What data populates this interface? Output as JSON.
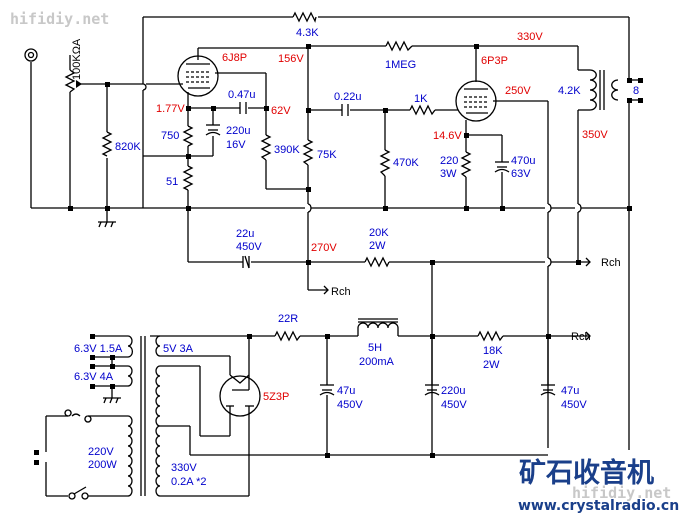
{
  "watermarks": {
    "top_left": "hifidiy.net",
    "bottom": "hifidiy.net"
  },
  "logo": {
    "title": "矿石收音机",
    "url": "www.crystalradio.cn",
    "color": "#1a3f8a"
  },
  "colors": {
    "component_label": "#0000cc",
    "voltage_label": "#e00000",
    "wire": "#000000"
  },
  "tubes": {
    "preamp": "6J8P",
    "output": "6P3P",
    "rectifier": "5Z3P"
  },
  "components": {
    "volume_pot": "100KΩA",
    "r_grid_leak": "820K",
    "r_feedback": "4.3K",
    "r_screen_feed": "1MEG",
    "c_screen_bypass": "0.47u",
    "r_cathode_1": "750",
    "c_cathode_1_value": "220u",
    "c_cathode_1_rating": "16V",
    "r_cathode_2": "51",
    "r_screen": "390K",
    "r_plate_load": "75K",
    "c_coupling": "0.22u",
    "r_grid_stopper": "1K",
    "r_grid_output": "470K",
    "r_cathode_out_value": "220",
    "r_cathode_out_rating": "3W",
    "c_cathode_out_value": "470u",
    "c_cathode_out_rating": "63V",
    "output_tx_primary": "4.2K",
    "output_tx_secondary": "8",
    "c_decouple_value": "22u",
    "c_decouple_rating": "450V",
    "r_dropper_value": "20K",
    "r_dropper_rating": "2W",
    "r_surge": "22R",
    "choke_value": "5H",
    "choke_rating": "200mA",
    "r_filter_value": "18K",
    "r_filter_rating": "2W",
    "c_filter1_value": "47u",
    "c_filter1_rating": "450V",
    "c_filter2_value": "220u",
    "c_filter2_rating": "450V",
    "c_filter3_value": "47u",
    "c_filter3_rating": "450V"
  },
  "power_transformer": {
    "heater1": "6.3V 1.5A",
    "heater2": "6.3V 4A",
    "rect_heater": "5V 3A",
    "primary_1": "220V",
    "primary_2": "200W",
    "secondary_1": "330V",
    "secondary_2": "0.2A *2"
  },
  "voltages": {
    "v_330": "330V",
    "v_156": "156V",
    "v_1_77": "1.77V",
    "v_62": "62V",
    "v_250": "250V",
    "v_14_6": "14.6V",
    "v_350": "350V",
    "v_270": "270V"
  },
  "labels": {
    "rch_1": "Rch",
    "rch_2": "Rch",
    "rch_3": "Rch"
  }
}
